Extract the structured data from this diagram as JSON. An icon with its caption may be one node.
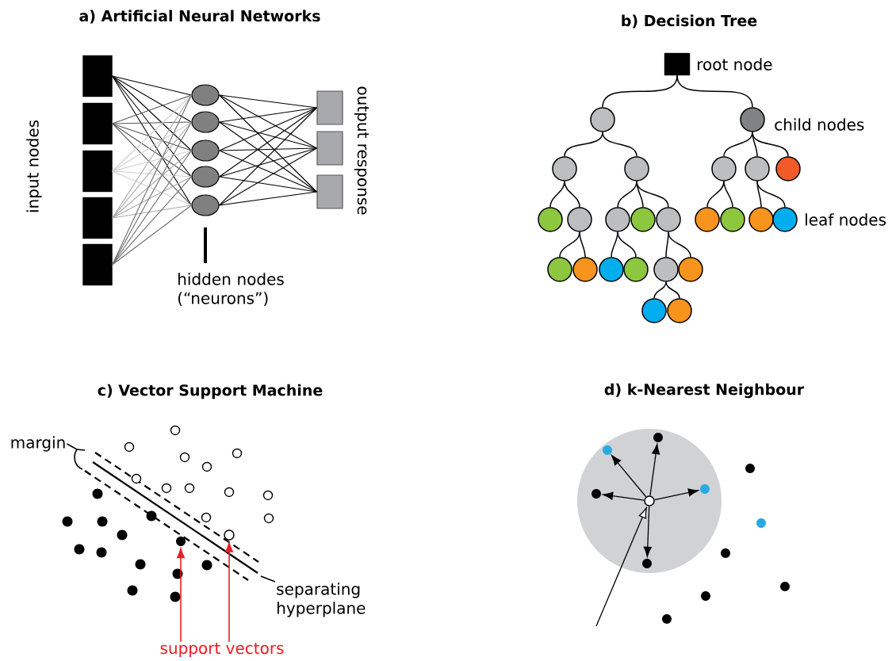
{
  "diagram": {
    "nodes": [
      {
        "text": [],
        "shape": "box"
      },
      {
        "text": [],
        "shape": "box"
      },
      {
        "text": [],
        "shape": "box"
      },
      {
        "text": [],
        "shape": "box"
      },
      {
        "text": [],
        "shape": "box"
      },
      {
        "text": [],
        "shape": "circle"
      },
      {
        "text": [],
        "shape": "circle"
      },
      {
        "text": [],
        "shape": "circle"
      },
      {
        "text": [],
        "shape": "circle"
      },
      {
        "text": [],
        "shape": "circle"
      },
      {
        "text": [],
        "shape": "box"
      },
      {
        "text": [],
        "shape": "box"
      },
      {
        "text": [],
        "shape": "box"
      },
      {
        "text": [
          "hidden nodes (“neurons”)"
        ]
      },
      {
        "text": [],
        "shape": "box",
        "beside": [
          "root node"
        ]
      },
      {
        "text": [],
        "shape": "circle"
      },
      {
        "text": [],
        "shape": "circle",
        "beside": [
          "child nodes"
        ]
      },
      {
        "text": [],
        "shape": "circle"
      },
      {
        "text": [],
        "shape": "circle"
      },
      {
        "text": [],
        "shape": "circle"
      },
      {
        "text": [],
        "shape": "circle"
      },
      {
        "text": [],
        "shape": "circle"
      },
      {
        "text": [],
        "shape": "circle"
      },
      {
        "text": [],
        "shape": "circle"
      },
      {
        "text": [],
        "shape": "circle"
      },
      {
        "text": [],
        "shape": "circle"
      },
      {
        "text": [],
        "shape": "circle"
      },
      {
        "text": [],
        "shape": "circle"
      },
      {
        "text": [],
        "shape": "circle"
      },
      {
        "text": [],
        "shape": "circle"
      },
      {
        "text": [],
        "shape": "circle",
        "beside": [
          "leaf nodes"
        ]
      },
      {
        "text": [],
        "shape": "circle"
      },
      {
        "text": [],
        "shape": "circle"
      },
      {
        "text": [],
        "shape": "circle"
      },
      {
        "text": [],
        "shape": "circle"
      },
      {
        "text": [],
        "shape": "circle"
      },
      {
        "text": [],
        "shape": "circle"
      },
      {
        "text": [],
        "shape": "circle"
      },
      {
        "text": [],
        "shape": "circle"
      },
      {
        "text": [
          "margin"
        ]
      },
      {
        "text": [],
        "shape": "circle"
      },
      {
        "text": [],
        "shape": "circle"
      },
      {
        "text": [
          "separating hyperplane"
        ]
      },
      {
        "text": [
          "support vectors"
        ]
      },
      {
        "text": [],
        "shape": "circle"
      },
      {
        "text": [],
        "shape": "circle"
      },
      {
        "text": [],
        "shape": "circle"
      },
      {
        "text": [],
        "shape": "circle"
      },
      {
        "text": [],
        "shape": "circle"
      },
      {
        "text": [],
        "shape": "circle"
      }
    ],
    "edges": [
      {
        "from": 0,
        "to": 5,
        "arrow": "none"
      },
      {
        "from": 0,
        "to": 6,
        "arrow": "none"
      },
      {
        "from": 0,
        "to": 7,
        "arrow": "none"
      },
      {
        "from": 0,
        "to": 8,
        "arrow": "none"
      },
      {
        "from": 0,
        "to": 9,
        "arrow": "none"
      },
      {
        "from": 1,
        "to": 5,
        "arrow": "none",
        "color": "#555555"
      },
      {
        "from": 1,
        "to": 6,
        "arrow": "none",
        "color": "#555555"
      },
      {
        "from": 1,
        "to": 7,
        "arrow": "none",
        "color": "#555555"
      },
      {
        "from": 1,
        "to": 8,
        "arrow": "none",
        "color": "#555555"
      },
      {
        "from": 1,
        "to": 9,
        "arrow": "none",
        "color": "#555555"
      },
      {
        "from": 2,
        "to": 5,
        "arrow": "none",
        "color": "#d0d0d0"
      },
      {
        "from": 2,
        "to": 6,
        "arrow": "none",
        "color": "#d0d0d0"
      },
      {
        "from": 2,
        "to": 7,
        "arrow": "none",
        "color": "#d0d0d0"
      },
      {
        "from": 2,
        "to": 8,
        "arrow": "none",
        "color": "#d0d0d0"
      },
      {
        "from": 2,
        "to": 9,
        "arrow": "none",
        "color": "#d0d0d0"
      },
      {
        "from": 3,
        "to": 5,
        "arrow": "none",
        "color": "#a8a8a8"
      },
      {
        "from": 3,
        "to": 6,
        "arrow": "none",
        "color": "#a8a8a8"
      },
      {
        "from": 3,
        "to": 7,
        "arrow": "none",
        "color": "#a8a8a8"
      },
      {
        "from": 3,
        "to": 8,
        "arrow": "none",
        "color": "#a8a8a8"
      },
      {
        "from": 3,
        "to": 9,
        "arrow": "none",
        "color": "#a8a8a8"
      },
      {
        "from": 4,
        "to": 5,
        "arrow": "none",
        "color": "#6d6d6d"
      },
      {
        "from": 4,
        "to": 6,
        "arrow": "none",
        "color": "#6d6d6d"
      },
      {
        "from": 4,
        "to": 7,
        "arrow": "none",
        "color": "#6d6d6d"
      },
      {
        "from": 4,
        "to": 8,
        "arrow": "none",
        "color": "#6d6d6d"
      },
      {
        "from": 4,
        "to": 9,
        "arrow": "none",
        "color": "#6d6d6d"
      },
      {
        "from": 5,
        "to": 10,
        "arrow": "none"
      },
      {
        "from": 5,
        "to": 11,
        "arrow": "none"
      },
      {
        "from": 5,
        "to": 12,
        "arrow": "none"
      },
      {
        "from": 6,
        "to": 10,
        "arrow": "none"
      },
      {
        "from": 6,
        "to": 11,
        "arrow": "none"
      },
      {
        "from": 6,
        "to": 12,
        "arrow": "none"
      },
      {
        "from": 7,
        "to": 10,
        "arrow": "none"
      },
      {
        "from": 7,
        "to": 11,
        "arrow": "none"
      },
      {
        "from": 7,
        "to": 12,
        "arrow": "none"
      },
      {
        "from": 8,
        "to": 10,
        "arrow": "none"
      },
      {
        "from": 8,
        "to": 11,
        "arrow": "none"
      },
      {
        "from": 8,
        "to": 12,
        "arrow": "none"
      },
      {
        "from": 9,
        "to": 10,
        "arrow": "none"
      },
      {
        "from": 9,
        "to": 11,
        "arrow": "none"
      },
      {
        "from": 9,
        "to": 12,
        "arrow": "none"
      },
      {
        "from": 13,
        "to": null,
        "arrow": "none",
        "style": "thick"
      },
      {
        "from": 14,
        "to": 15,
        "arrow": "none"
      },
      {
        "from": 14,
        "to": 16,
        "arrow": "none"
      },
      {
        "from": 15,
        "to": 17,
        "arrow": "none"
      },
      {
        "from": 15,
        "to": 18,
        "arrow": "none"
      },
      {
        "from": 16,
        "to": 19,
        "arrow": "none"
      },
      {
        "from": 16,
        "to": 20,
        "arrow": "none"
      },
      {
        "from": 16,
        "to": 21,
        "arrow": "none"
      },
      {
        "from": 17,
        "to": 22,
        "arrow": "none"
      },
      {
        "from": 17,
        "to": 23,
        "arrow": "none"
      },
      {
        "from": 18,
        "to": 24,
        "arrow": "none"
      },
      {
        "from": 18,
        "to": 25,
        "arrow": "none"
      },
      {
        "from": 18,
        "to": 26,
        "arrow": "none"
      },
      {
        "from": 19,
        "to": 27,
        "arrow": "none"
      },
      {
        "from": 19,
        "to": 28,
        "arrow": "none"
      },
      {
        "from": 20,
        "to": 29,
        "arrow": "none"
      },
      {
        "from": 20,
        "to": 30,
        "arrow": "none"
      },
      {
        "from": 23,
        "to": 31,
        "arrow": "none"
      },
      {
        "from": 23,
        "to": 32,
        "arrow": "none"
      },
      {
        "from": 24,
        "to": 33,
        "arrow": "none"
      },
      {
        "from": 24,
        "to": 34,
        "arrow": "none"
      },
      {
        "from": 26,
        "to": 35,
        "arrow": "none"
      },
      {
        "from": 26,
        "to": 36,
        "arrow": "none"
      },
      {
        "from": 35,
        "to": 37,
        "arrow": "none"
      },
      {
        "from": 35,
        "to": 38,
        "arrow": "none"
      },
      {
        "from": 39,
        "to": null,
        "arrow": "none"
      },
      {
        "from": 42,
        "to": null,
        "arrow": "none"
      },
      {
        "from": 43,
        "to": 40,
        "arrow": "to",
        "color": "#ed1c24"
      },
      {
        "from": 43,
        "to": 41,
        "arrow": "to",
        "color": "#ed1c24"
      },
      {
        "from": 48,
        "to": 44,
        "arrow": "to"
      },
      {
        "from": 48,
        "to": 45,
        "arrow": "to"
      },
      {
        "from": 48,
        "to": 46,
        "arrow": "to"
      },
      {
        "from": 48,
        "to": 47,
        "arrow": "to"
      },
      {
        "from": 48,
        "to": 49,
        "arrow": "to"
      },
      {
        "from": null,
        "to": 48,
        "arrow": "to"
      }
    ],
    "labels": [
      "a) Artificial Neural Networks",
      "b) Decision Tree",
      "input nodes",
      "output response",
      "c) Vector Support Machine",
      "d) k-Nearest Neighbour"
    ]
  }
}
